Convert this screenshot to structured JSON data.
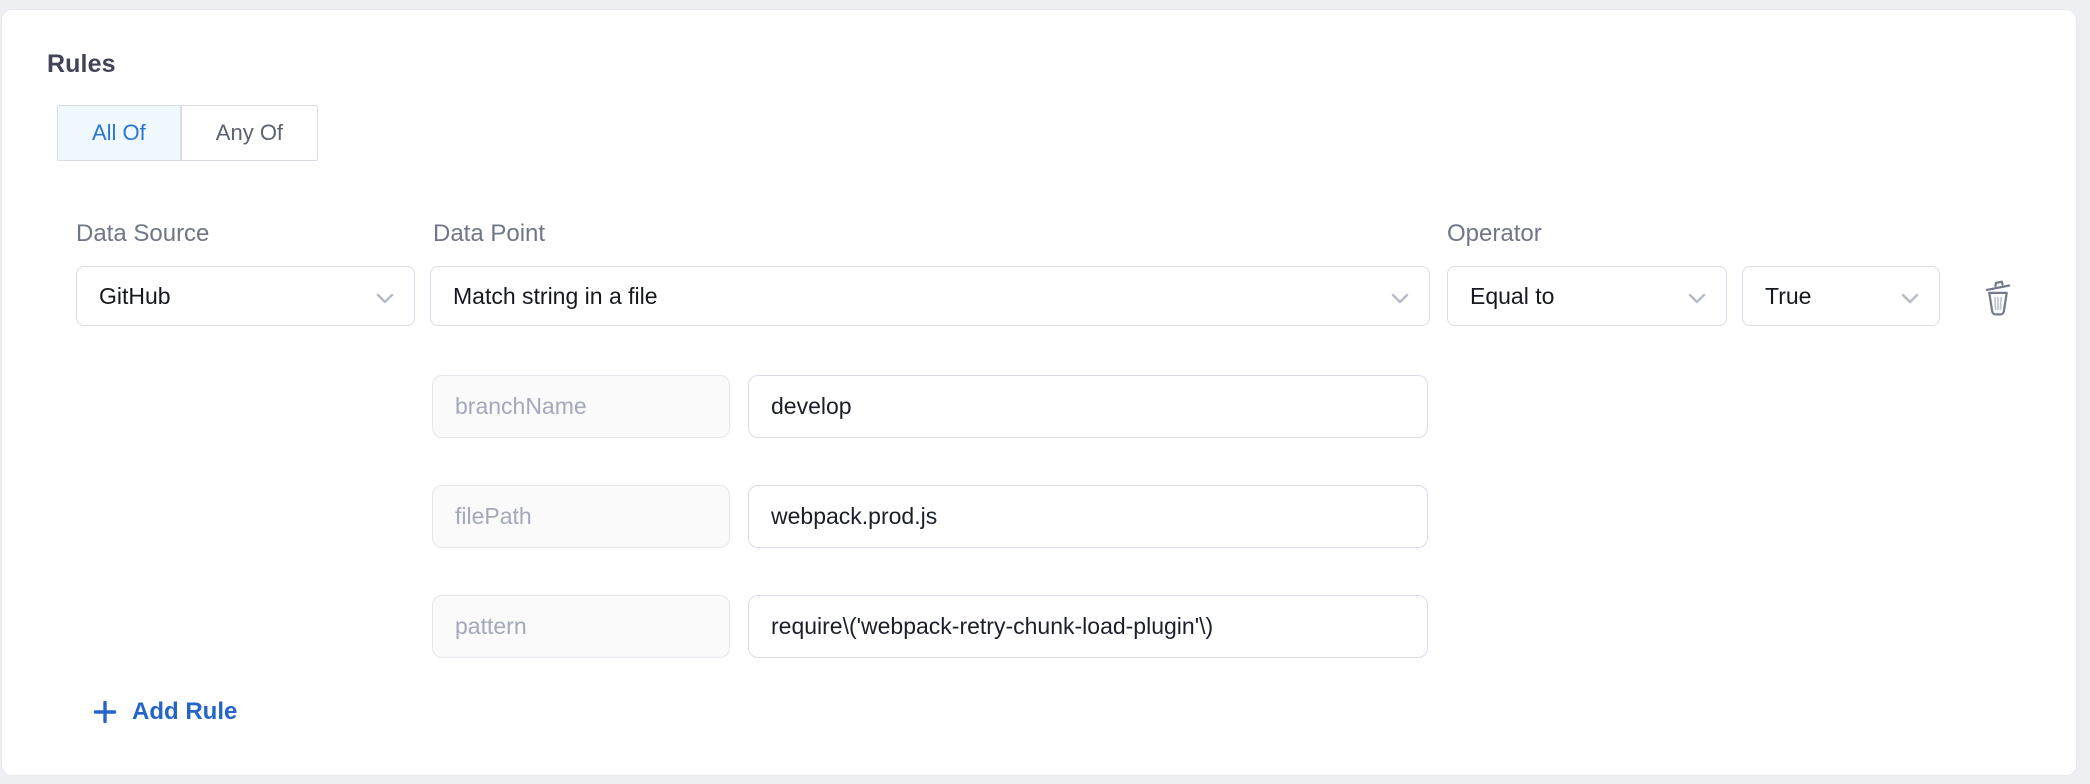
{
  "page": {
    "background_color": "#edeff3",
    "card_background": "#ffffff"
  },
  "rules": {
    "title": "Rules",
    "match_toggle": {
      "all_of_label": "All Of",
      "any_of_label": "Any Of",
      "selected": "All Of"
    },
    "rule": {
      "data_source": {
        "label": "Data Source",
        "value": "GitHub"
      },
      "data_point": {
        "label": "Data Point",
        "value": "Match string in a file"
      },
      "operator": {
        "label": "Operator",
        "value": "Equal to"
      },
      "operand": {
        "value": "True"
      },
      "delete_icon": "trash-icon",
      "params": [
        {
          "key": "branchName",
          "value": "develop"
        },
        {
          "key": "filePath",
          "value": "webpack.prod.js"
        },
        {
          "key": "pattern",
          "value": "require\\('webpack-retry-chunk-load-plugin'\\)"
        }
      ]
    },
    "add_rule_label": "Add Rule",
    "colors": {
      "accent_blue": "#2564c8",
      "toggle_selected_bg": "#eff8fd",
      "toggle_selected_text": "#2a76d2",
      "label_gray": "#6e7687",
      "border_gray": "#d9dce8",
      "icon_gray": "#737a8c"
    }
  }
}
